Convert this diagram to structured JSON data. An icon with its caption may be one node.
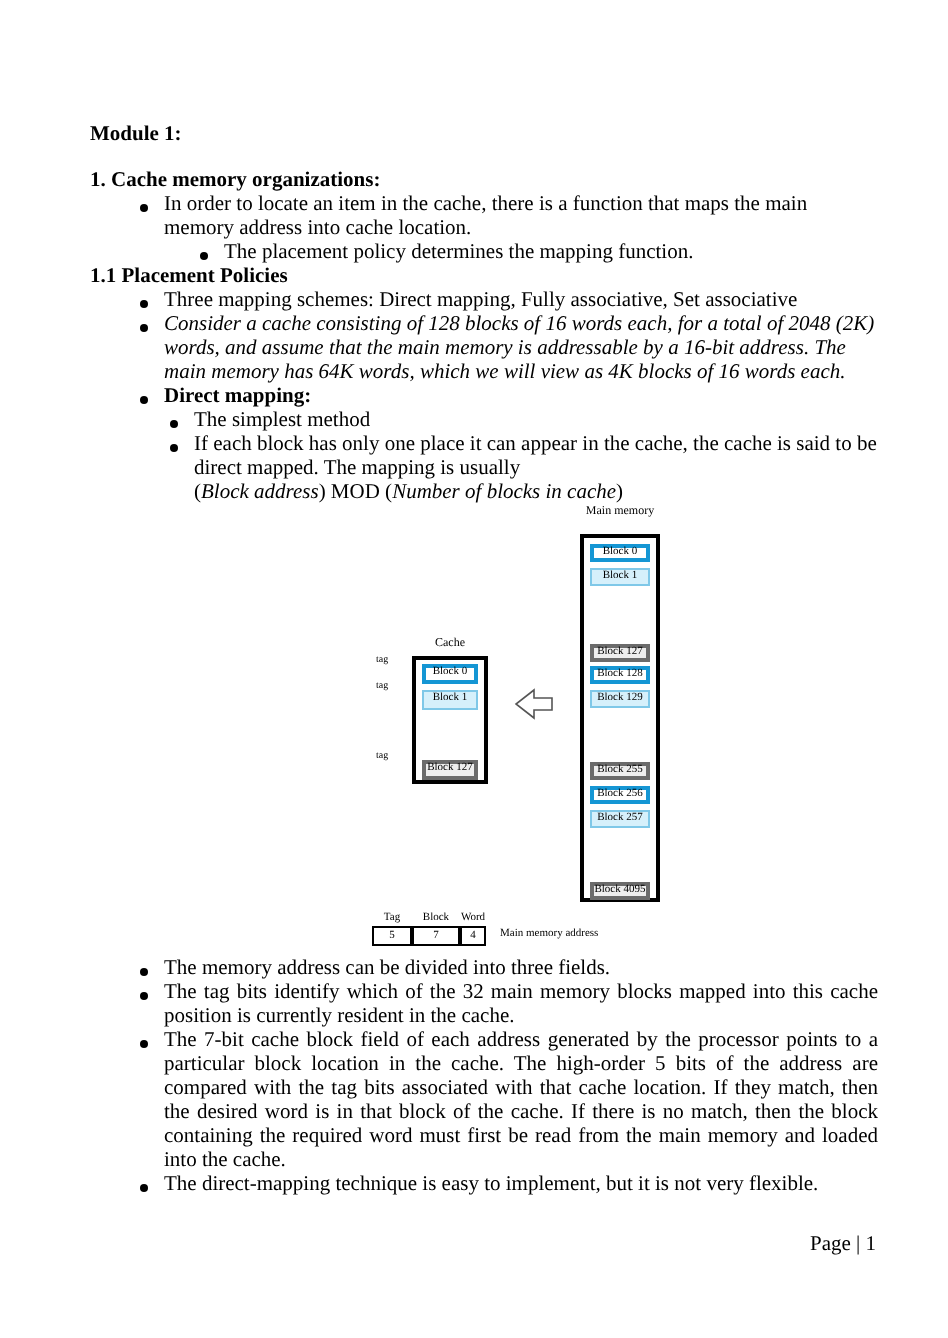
{
  "diagram": {
    "nodes": [
      {
        "text": [
          "Cache"
        ]
      },
      {
        "text": [
          "Block 0"
        ],
        "in": 0,
        "beside": [
          "tag"
        ]
      },
      {
        "text": [
          "Block 1"
        ],
        "in": 0,
        "beside": [
          "tag"
        ]
      },
      {
        "text": [
          "Block 127"
        ],
        "in": 0,
        "beside": [
          "tag"
        ]
      },
      {
        "text": [
          "Main memory"
        ]
      },
      {
        "text": [
          "Block 0"
        ],
        "in": 4
      },
      {
        "text": [
          "Block 1"
        ],
        "in": 4
      },
      {
        "text": [
          "Block 127"
        ],
        "in": 4
      },
      {
        "text": [
          "Block 128"
        ],
        "in": 4
      },
      {
        "text": [
          "Block 129"
        ],
        "in": 4
      },
      {
        "text": [
          "Block 255"
        ],
        "in": 4
      },
      {
        "text": [
          "Block 256"
        ],
        "in": 4
      },
      {
        "text": [
          "Block 257"
        ],
        "in": 4
      },
      {
        "text": [
          "Block 4095"
        ],
        "in": 4
      },
      {
        "text": [
          "Tag",
          "5"
        ]
      },
      {
        "text": [
          "Block",
          "7"
        ]
      },
      {
        "text": [
          "Word",
          "4"
        ]
      }
    ],
    "edges": [
      {
        "from": 4,
        "to": 0,
        "arrow": "to"
      }
    ],
    "labels": [
      "Module 1:",
      "1. Cache memory organizations:",
      "In order to locate an item in the cache, there is a function that maps the main memory address into cache location.",
      "The placement policy determines the mapping function.",
      "1.1 Placement Policies",
      "Three mapping schemes: Direct mapping, Fully associative, Set associative",
      "Consider a cache consisting of 128 blocks of 16 words each, for a total of 2048 (2K) words, and assume that the main memory is addressable by a 16-bit address. The main memory has 64K words, which we will view as 4K blocks of 16 words each.",
      "Direct mapping:",
      "The simplest method",
      "If each block has only one place it can appear in the cache, the cache is said to be direct mapped. The mapping is usually",
      "(*Block address*) MOD (*Number of blocks in cache*)",
      "Main memory address",
      "The memory address can be divided into three fields.",
      "The tag bits identify which of the 32 main memory blocks mapped into this cache position is currently resident in the cache.",
      "The 7-bit cache block field of each address generated by the processor points to a particular block location in the cache. The high-order 5 bits of the address are compared with the tag bits associated with that cache location. If they match, then the desired word is in that block of the cache. If there is no match, then the block containing the required word must first be read from the main memory and loaded into the cache.",
      "The direct-mapping technique is easy to implement, but it is not very flexible.",
      "Page | 1"
    ]
  }
}
